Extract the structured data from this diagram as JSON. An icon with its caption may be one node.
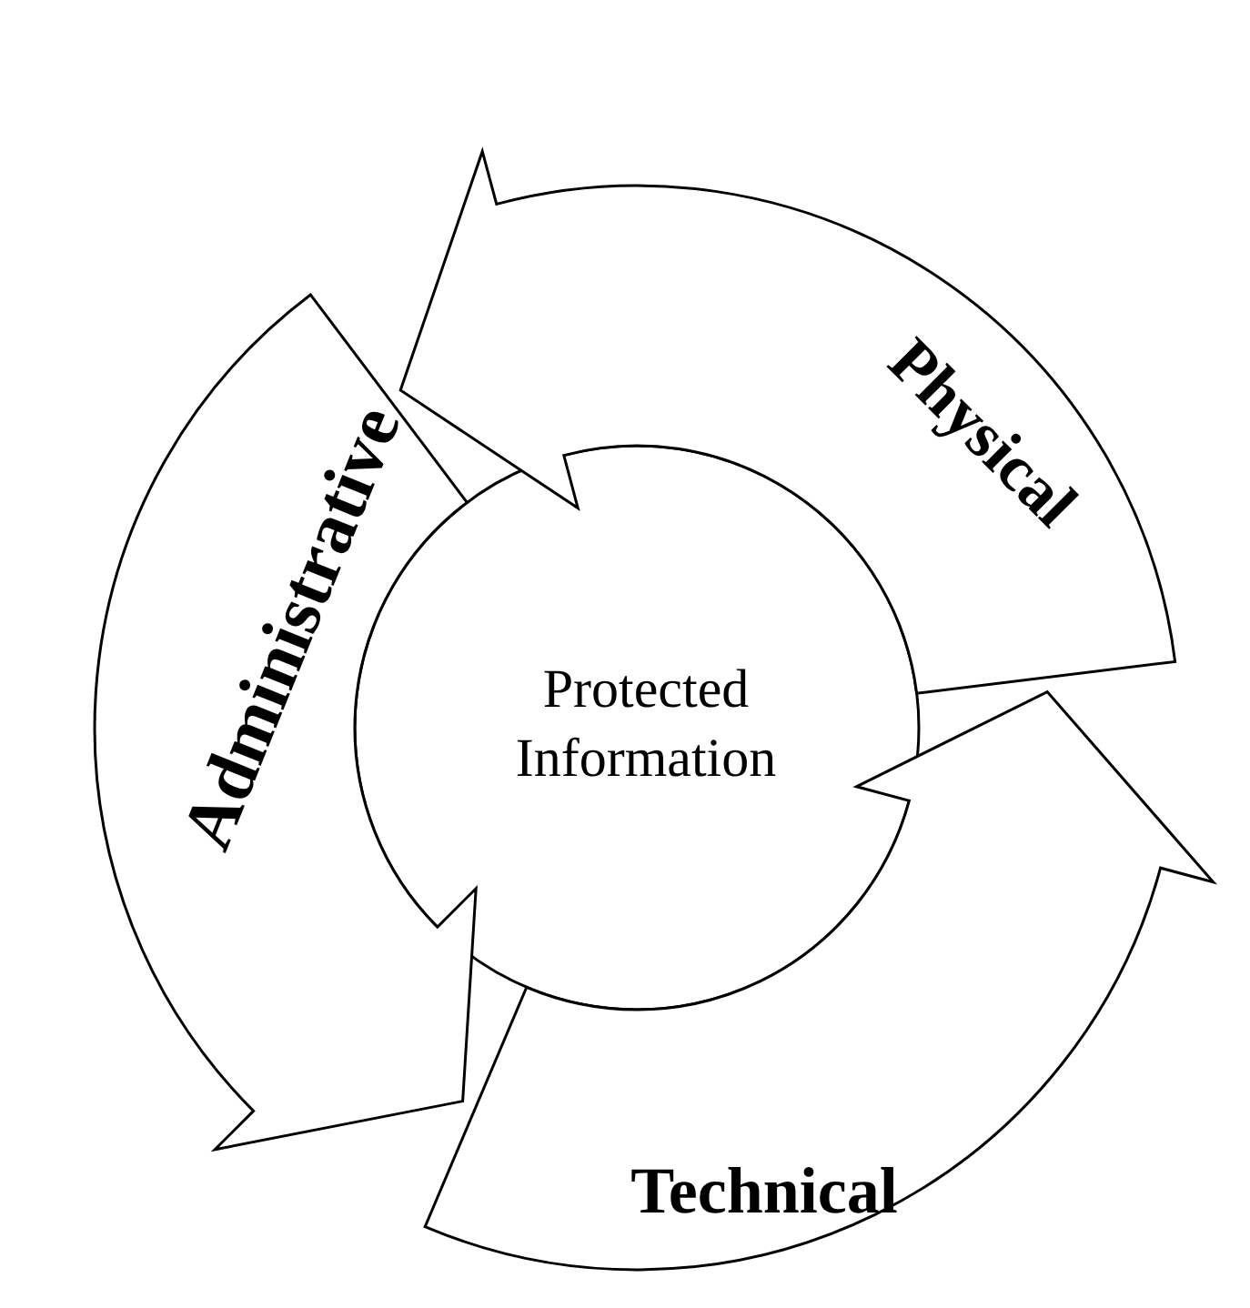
{
  "diagram": {
    "nodes": [
      {
        "text": [
          "Administrative"
        ]
      },
      {
        "text": [
          "Physical"
        ]
      },
      {
        "text": [
          "Protected Information"
        ]
      },
      {
        "text": [
          "Technical"
        ]
      }
    ]
  }
}
